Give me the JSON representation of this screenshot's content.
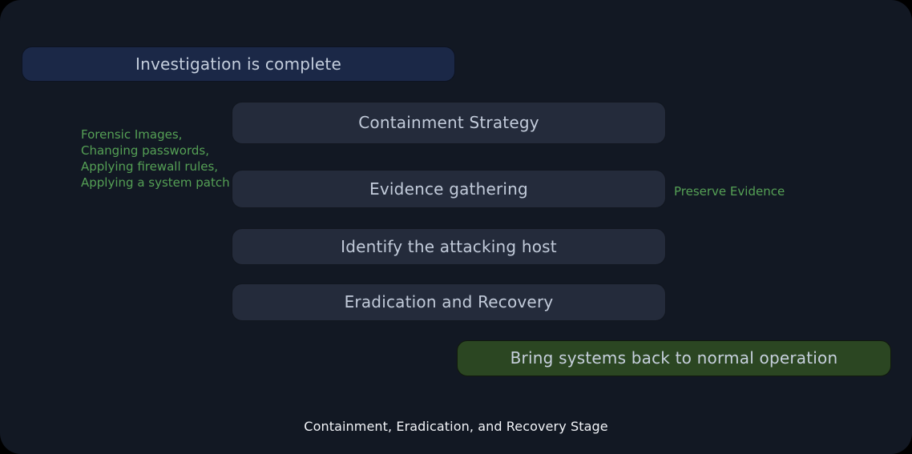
{
  "diagram": {
    "caption": "Containment, Eradication, and Recovery Stage",
    "background_color": "#121823",
    "nodes": {
      "investigation": {
        "label": "Investigation is complete",
        "color": "#1b2847",
        "text_color": "#c4cedd"
      },
      "containment_strategy": {
        "label": "Containment Strategy",
        "color": "#242b3b",
        "text_color": "#c2cbda"
      },
      "evidence_gathering": {
        "label": "Evidence gathering",
        "color": "#242b3b",
        "text_color": "#c2cbda"
      },
      "identify_host": {
        "label": "Identify the attacking host",
        "color": "#242b3b",
        "text_color": "#c2cbda"
      },
      "eradication_recovery": {
        "label": "Eradication and Recovery",
        "color": "#242b3b",
        "text_color": "#c2cbda"
      },
      "bring_back": {
        "label": "Bring systems back to normal operation",
        "color": "#2b4622",
        "text_color": "#c7d0dd"
      }
    },
    "annotations": {
      "left": {
        "text": "Forensic Images,\nChanging passwords,\nApplying firewall rules,\nApplying a system patch",
        "color": "#55a055"
      },
      "right": {
        "text": "Preserve Evidence",
        "color": "#55a055"
      }
    }
  }
}
